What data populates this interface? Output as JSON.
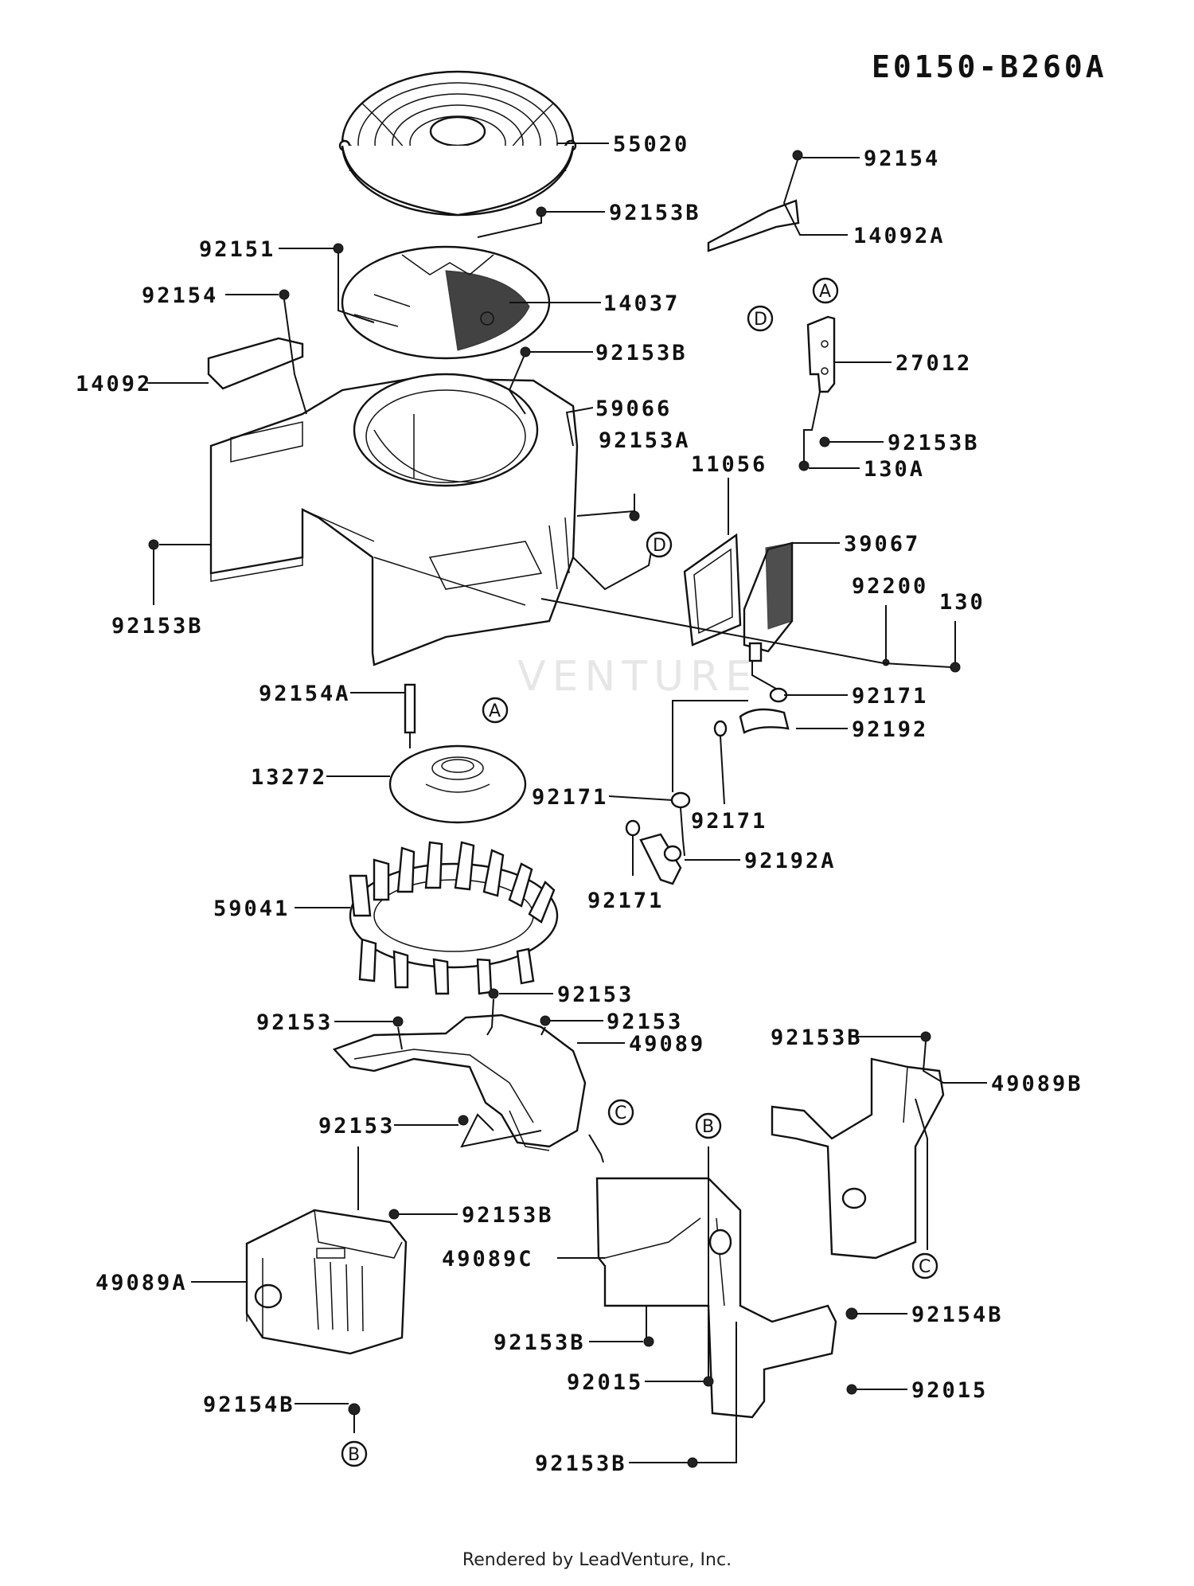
{
  "diagram_code": "E0150-B260A",
  "footer": "Rendered by LeadVenture, Inc.",
  "watermark": "VENTURE",
  "labels": {
    "l55020": "55020",
    "l92154a": "92154",
    "l92153b_a": "92153B",
    "l14092a": "14092A",
    "l92151": "92151",
    "l92154b": "92154",
    "l14037": "14037",
    "l92153b_b": "92153B",
    "l27012": "27012",
    "l14092": "14092",
    "l59066": "59066",
    "l92153b_c": "92153B",
    "l130a": "130A",
    "l92153a": "92153A",
    "l11056": "11056",
    "l39067": "39067",
    "l92200": "92200",
    "l130": "130",
    "l92153b_d": "92153B",
    "l92154a_pin": "92154A",
    "l92171_a": "92171",
    "l92192": "92192",
    "l13272": "13272",
    "l92171_b": "92171",
    "l92171_c": "92171",
    "l92192a": "92192A",
    "l92171_d": "92171",
    "l59041": "59041",
    "l92153_a": "92153",
    "l92153_b": "92153",
    "l92153_c": "92153",
    "l92153b_e": "92153B",
    "l49089": "49089",
    "l49089b": "49089B",
    "l92153_d": "92153",
    "l92153b_f": "92153B",
    "l49089a": "49089A",
    "l49089c": "49089C",
    "l92154b_a": "92154B",
    "l92153b_g": "92153B",
    "l92015_a": "92015",
    "l92015_b": "92015",
    "l92154b_b": "92154B",
    "l92153b_h": "92153B"
  },
  "refs": {
    "a_top": "A",
    "d_top": "D",
    "d_mid": "D",
    "a_mid": "A",
    "c_shroud": "C",
    "b_mid": "B",
    "c_right": "C",
    "b_bottom": "B"
  }
}
